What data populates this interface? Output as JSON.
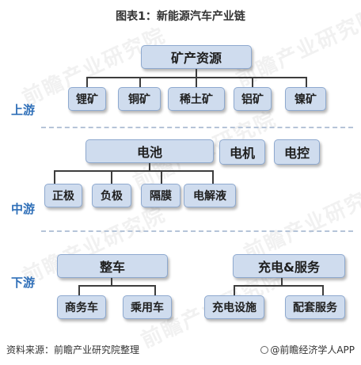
{
  "title": "图表1：新能源汽车产业链",
  "sections": {
    "upstream": "上游",
    "midstream": "中游",
    "downstream": "下游"
  },
  "upstream": {
    "root": "矿产资源",
    "items": [
      "锂矿",
      "铜矿",
      "稀土矿",
      "铝矿",
      "镍矿"
    ]
  },
  "midstream": {
    "battery": "电池",
    "battery_items": [
      "正极",
      "负极",
      "隔膜",
      "电解液"
    ],
    "motor": "电机",
    "control": "电控"
  },
  "downstream": {
    "vehicle": "整车",
    "vehicle_items": [
      "商务车",
      "乘用车"
    ],
    "charging": "充电&服务",
    "charging_items": [
      "充电设施",
      "配套服务"
    ]
  },
  "footer": {
    "source": "资料来源：前瞻产业研究院整理",
    "brand": "@前瞻经济学人APP"
  },
  "watermark": "前瞻产业研究院",
  "colors": {
    "box_fill": "#cfdcee",
    "box_border": "#8ea9cf",
    "section_label": "#2f6fb8",
    "divider": "#b5c4d8"
  }
}
